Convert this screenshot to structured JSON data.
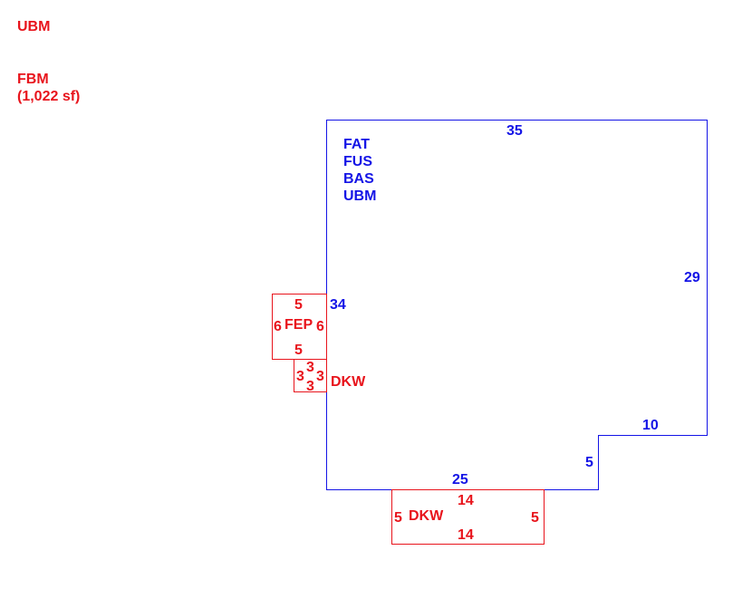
{
  "legend": {
    "line1": "UBM",
    "line2": "FBM",
    "line3": "(1,022 sf)"
  },
  "main_area": {
    "labels": [
      "FAT",
      "FUS",
      "BAS",
      "UBM"
    ],
    "dims": {
      "top": "35",
      "right": "29",
      "step_top": "10",
      "step_side": "5",
      "bottom": "25",
      "left": "34"
    }
  },
  "fep": {
    "label": "FEP",
    "dims": {
      "top": "5",
      "bottom": "5",
      "left": "6",
      "right": "6"
    }
  },
  "dkw_small": {
    "label": "DKW",
    "dims": {
      "top": "3",
      "left": "3",
      "right": "3",
      "bottom": "3"
    }
  },
  "dkw_bottom": {
    "label": "DKW",
    "dims": {
      "top": "14",
      "bottom": "14",
      "left": "5",
      "right": "5"
    }
  },
  "colors": {
    "red": "#e8141c",
    "blue": "#1414e6"
  }
}
